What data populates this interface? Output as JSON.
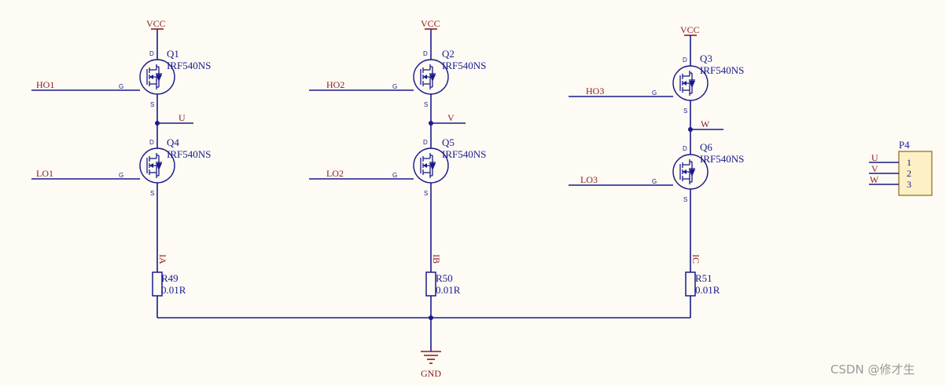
{
  "power": {
    "vcc": "VCC",
    "gnd": "GND"
  },
  "mosfets": [
    {
      "ref": "Q1",
      "part": "IRF540NS",
      "gate_net": "HO1",
      "pin_g": "G",
      "pin_d": "D",
      "pin_s": "S"
    },
    {
      "ref": "Q2",
      "part": "IRF540NS",
      "gate_net": "HO2",
      "pin_g": "G",
      "pin_d": "D",
      "pin_s": "S"
    },
    {
      "ref": "Q3",
      "part": "IRF540NS",
      "gate_net": "HO3",
      "pin_g": "G",
      "pin_d": "D",
      "pin_s": "S"
    },
    {
      "ref": "Q4",
      "part": "IRF540NS",
      "gate_net": "LO1",
      "pin_g": "G",
      "pin_d": "D",
      "pin_s": "S"
    },
    {
      "ref": "Q5",
      "part": "IRF540NS",
      "gate_net": "LO2",
      "pin_g": "G",
      "pin_d": "D",
      "pin_s": "S"
    },
    {
      "ref": "Q6",
      "part": "IRF540NS",
      "gate_net": "LO3",
      "pin_g": "G",
      "pin_d": "D",
      "pin_s": "S"
    }
  ],
  "phases": [
    {
      "output": "U",
      "sense": "IA"
    },
    {
      "output": "V",
      "sense": "IB"
    },
    {
      "output": "W",
      "sense": "IC"
    }
  ],
  "resistors": [
    {
      "ref": "R49",
      "value": "0.01R"
    },
    {
      "ref": "R50",
      "value": "0.01R"
    },
    {
      "ref": "R51",
      "value": "0.01R"
    }
  ],
  "connector": {
    "ref": "P4",
    "pins": [
      {
        "num": "1",
        "net": "U"
      },
      {
        "num": "2",
        "net": "V"
      },
      {
        "num": "3",
        "net": "W"
      }
    ]
  },
  "watermark": "CSDN @修才生",
  "colors": {
    "wire": "#1a1a8c",
    "net_label": "#8b1a1a",
    "connector_fill": "#fdf0c4",
    "background": "#fdfbf4"
  }
}
